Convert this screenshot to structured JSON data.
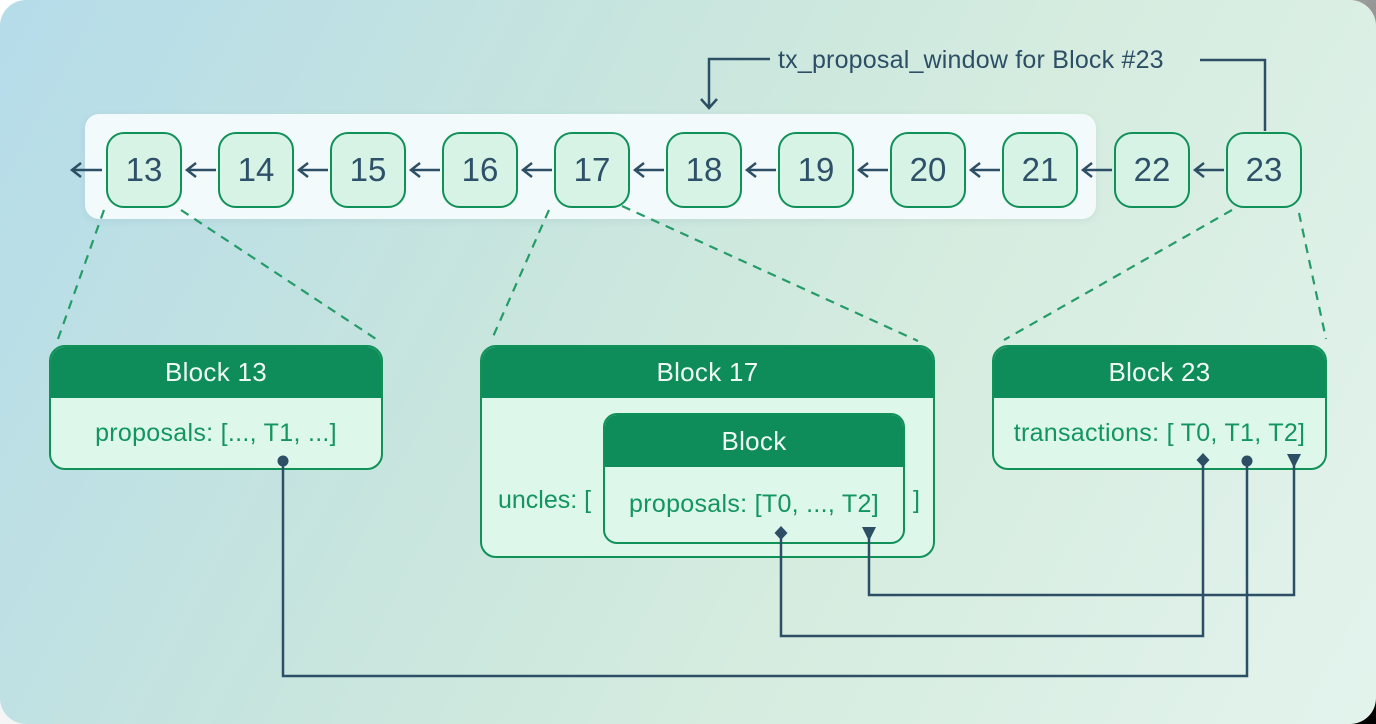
{
  "window_label": "tx_proposal_window for Block #23",
  "chain": {
    "blocks": [
      "13",
      "14",
      "15",
      "16",
      "17",
      "18",
      "19",
      "20",
      "21",
      "22",
      "23"
    ],
    "direction": "each block points left to its parent",
    "highlighted_window_blocks": [
      "13",
      "14",
      "15",
      "16",
      "17",
      "18",
      "19",
      "20",
      "21"
    ]
  },
  "boxes": {
    "block13": {
      "title": "Block 13",
      "body": "proposals: [..., T1, ...]"
    },
    "block17": {
      "title": "Block 17",
      "uncles_open": "uncles: [",
      "uncles_close": "]",
      "uncle_block": {
        "title": "Block",
        "body": "proposals: [T0, ..., T2]"
      }
    },
    "block23": {
      "title": "Block 23",
      "body": "transactions: [ T0, T1, T2]"
    }
  },
  "connections": [
    {
      "from": "Block 13 proposals T1",
      "to": "Block 23 transactions T1",
      "marker": "circle"
    },
    {
      "from": "Block 17 uncle Block proposals T0",
      "to": "Block 23 transactions T0",
      "marker": "diamond"
    },
    {
      "from": "Block 17 uncle Block proposals T2",
      "to": "Block 23 transactions T2",
      "marker": "triangle"
    }
  ],
  "colors": {
    "accent_green": "#0f9158",
    "header_green": "#0e8c59",
    "text_green": "#12955f",
    "slate": "#2d4f66",
    "node_fill": "#d7f3e5",
    "box_fill": "#def7eb",
    "band_fill": "#f3fafb",
    "bg_top_left": "#b5dcea",
    "bg_bottom_right": "#e3f3ed"
  }
}
